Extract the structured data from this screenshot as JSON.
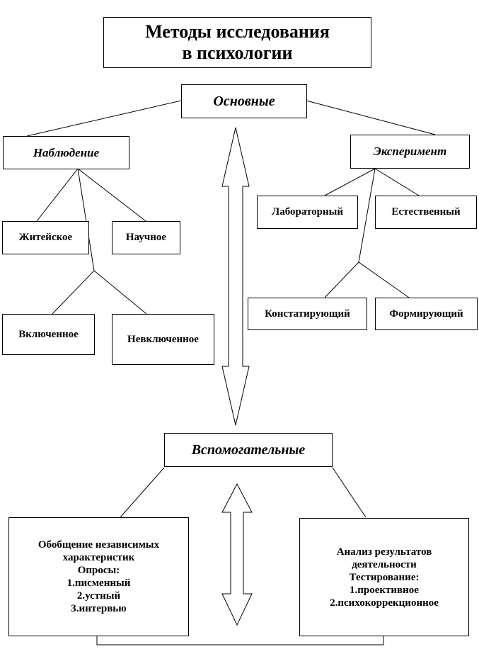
{
  "title": {
    "line1": "Методы исследования",
    "line2": "в психологии"
  },
  "main": {
    "label": "Основные",
    "observation": {
      "label": "Наблюдение",
      "everyday": "Житейское",
      "scientific": "Научное",
      "included": "Включенное",
      "not_included": "Невключенное"
    },
    "experiment": {
      "label": "Эксперимент",
      "laboratory": "Лабораторный",
      "natural": "Естественный",
      "ascertaining": "Констатирующий",
      "forming": "Формирующий"
    }
  },
  "auxiliary": {
    "label": "Вспомогательные",
    "left": [
      "Обобщение независимых",
      "характеристик",
      "Опросы:",
      "1.писменный",
      "2.устный",
      "3.интервью"
    ],
    "right": [
      "Анализ результатов",
      "деятельности",
      "Тестирование:",
      "1.проективное",
      "2.психокоррекционное"
    ]
  }
}
